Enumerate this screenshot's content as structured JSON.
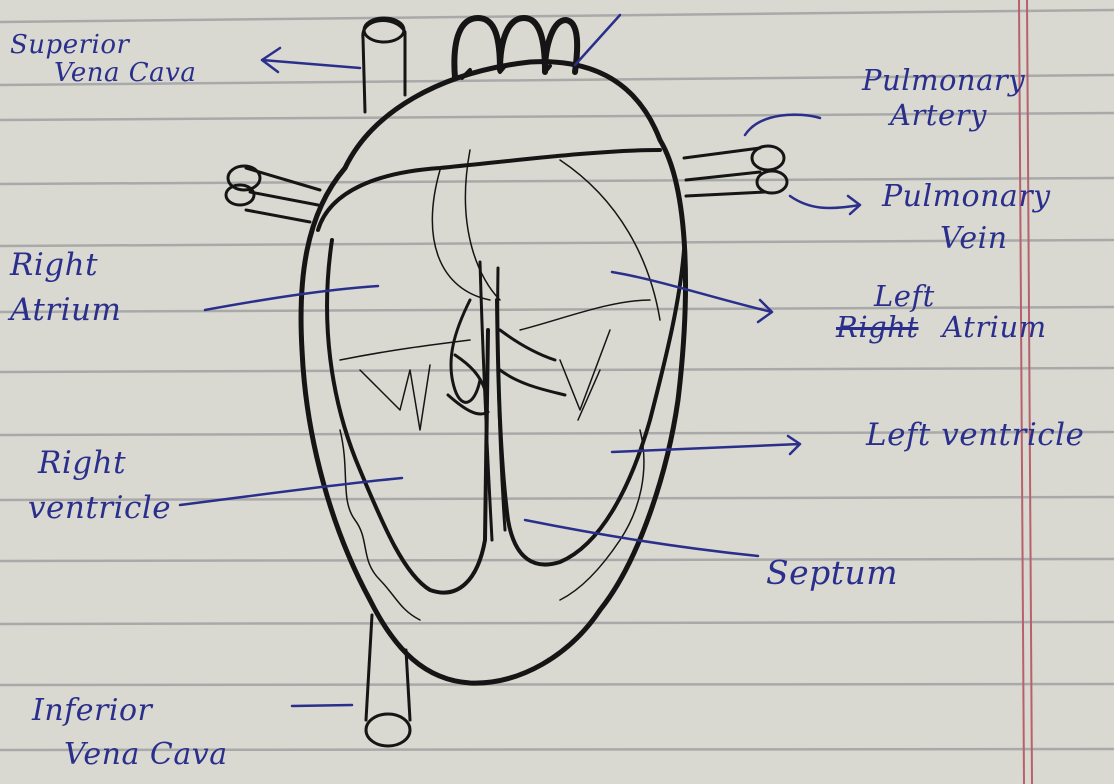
{
  "colors": {
    "paper": "#d9d9d2",
    "rule_line": "#a9a9a9",
    "margin_line": "#b8606b",
    "ink_pencil": "#151515",
    "ink_pen": "#2a2f8c"
  },
  "labels": {
    "superior_vena_cava": {
      "line1": "Superior",
      "line2": "Vena Cava"
    },
    "pulmonary_artery": {
      "line1": "Pulmonary",
      "line2": "Artery"
    },
    "pulmonary_vein": {
      "line1": "Pulmonary",
      "line2": "Vein"
    },
    "right_atrium": {
      "line1": "Right",
      "line2": "Atrium"
    },
    "left_atrium": {
      "correction": "Left",
      "struck": "Right",
      "word": "Atrium"
    },
    "left_ventricle": "Left ventricle",
    "right_ventricle": {
      "line1": "Right",
      "line2": "ventricle"
    },
    "septum": "Septum",
    "inferior_vena_cava": {
      "line1": "Inferior",
      "line2": "Vena Cava"
    }
  }
}
